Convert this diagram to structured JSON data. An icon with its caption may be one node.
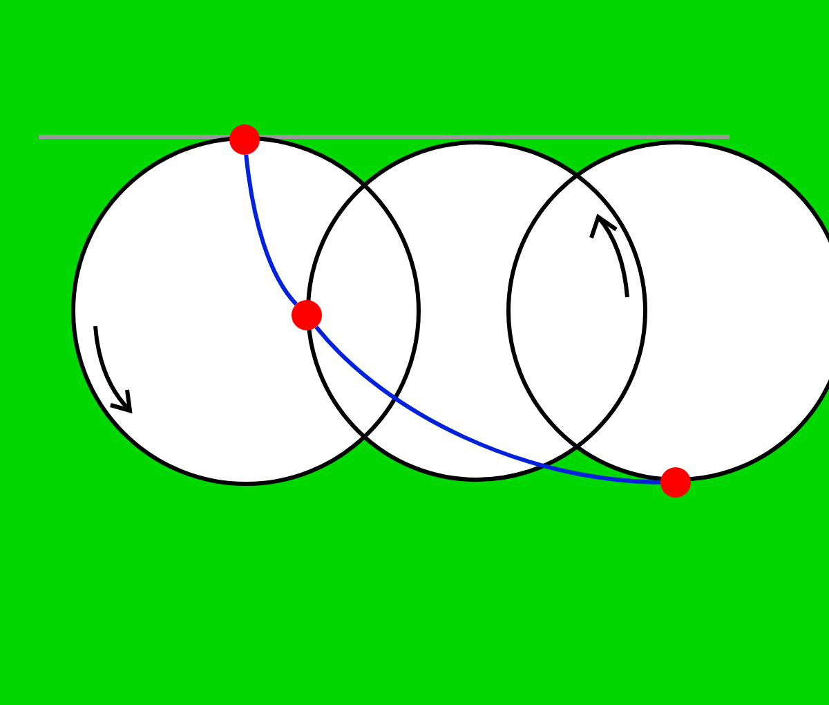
{
  "diagram": {
    "nodes": [
      {
        "text": [],
        "shape": "dot"
      },
      {
        "text": [],
        "shape": "dot"
      },
      {
        "text": [],
        "shape": "dot"
      }
    ],
    "edges": [
      {
        "from": 0,
        "to": 1,
        "arrow": "none",
        "color": "#0022dd"
      },
      {
        "from": 1,
        "to": 2,
        "arrow": "none",
        "color": "#0022dd"
      }
    ]
  }
}
